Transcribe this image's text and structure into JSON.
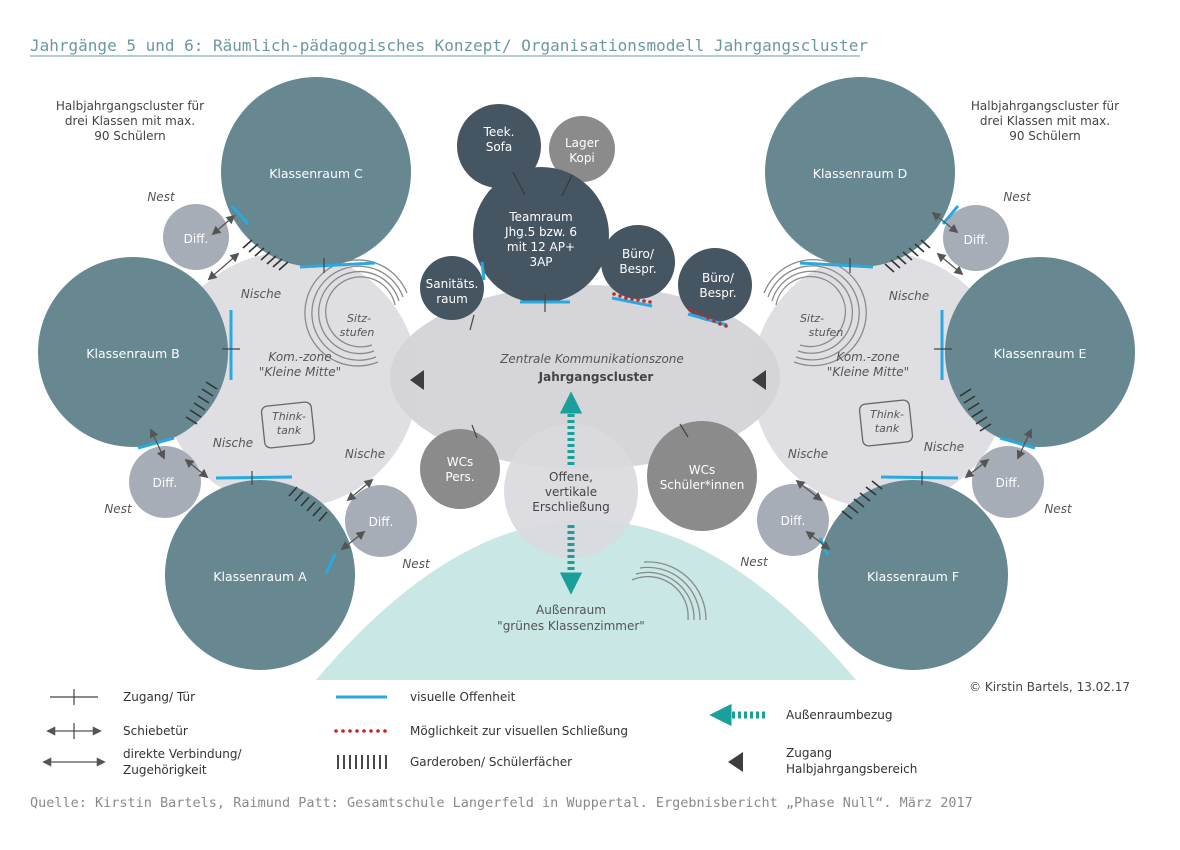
{
  "header": {
    "title": "Jahrgänge 5 und 6: Räumlich-pädagogisches Konzept/ Organisationsmodell Jahrgangscluster"
  },
  "side_notes": {
    "left": [
      "Halbjahrgangscluster für",
      "drei Klassen mit max.",
      "90 Schülern"
    ],
    "right": [
      "Halbjahrgangscluster für",
      "drei Klassen mit max.",
      "90 Schülern"
    ]
  },
  "rooms": {
    "klassenraum_a": "Klassenraum A",
    "klassenraum_b": "Klassenraum B",
    "klassenraum_c": "Klassenraum C",
    "klassenraum_d": "Klassenraum D",
    "klassenraum_e": "Klassenraum E",
    "klassenraum_f": "Klassenraum F",
    "diff": "Diff.",
    "teek": [
      "Teek.",
      "Sofa"
    ],
    "lager": [
      "Lager",
      "Kopi"
    ],
    "teamraum": [
      "Teamraum",
      "Jhg.5 bzw. 6",
      "mit 12 AP+",
      "3AP"
    ],
    "sanitaet": [
      "Sanitäts.",
      "raum"
    ],
    "buero": [
      "Büro/",
      "Bespr."
    ],
    "wcs_pers": [
      "WCs",
      "Pers."
    ],
    "wcs_schueler": [
      "WCs",
      "Schüler*innen"
    ],
    "erschliessung": [
      "Offene,",
      "vertikale",
      "Erschließung"
    ]
  },
  "zones": {
    "nest": "Nest",
    "nische": "Nische",
    "sitzstufen": [
      "Sitz-",
      "stufen"
    ],
    "komzone": [
      "Kom.-zone",
      "\"Kleine Mitte\""
    ],
    "thinktank": [
      "Think-",
      "tank"
    ],
    "zentral": [
      "Zentrale Kommunikationszone",
      "Jahrgangscluster"
    ],
    "aussenraum": [
      "Außenraum",
      "\"grünes Klassenzimmer\""
    ]
  },
  "legend": {
    "zugang": "Zugang/ Tür",
    "schiebetuer": "Schiebetür",
    "verbindung": [
      "direkte Verbindung/",
      "Zugehörigkeit"
    ],
    "offenheit": "visuelle Offenheit",
    "schliessung": "Möglichkeit zur visuellen Schließung",
    "garderoben": "Garderoben/ Schülerfächer",
    "aussenbezug": "Außenraumbezug",
    "halbjahrgang": [
      "Zugang",
      "Halbjahrgangsbereich"
    ]
  },
  "copyright": "© Kirstin Bartels, 13.02.17",
  "source": "Quelle: Kirstin Bartels, Raimund Patt: Gesamtschule Langerfeld in Wuppertal. Ergebnisbericht „Phase Null“. März 2017",
  "colors": {
    "classroom": "#678891",
    "dark_room": "#465562",
    "gray_room": "#8b8b8b",
    "diff": "#a7adb6",
    "zone": "#d9d9de",
    "outdoor": "#c9e7e5",
    "blue_line": "#2aa9e0",
    "teal_arrow": "#1a9f9b",
    "red_dots": "#c0282c"
  }
}
